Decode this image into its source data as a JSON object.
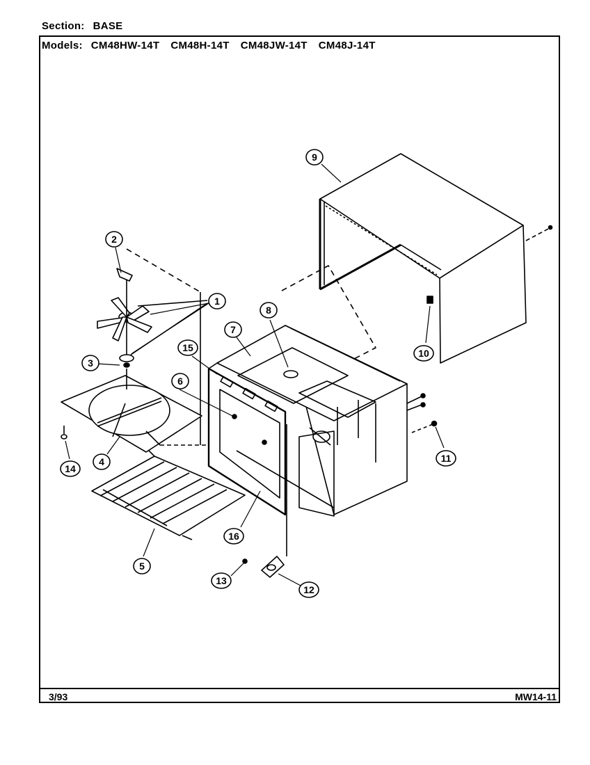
{
  "header": {
    "section_label": "Section:",
    "section_value": "BASE",
    "models_label": "Models:",
    "models": [
      "CM48HW-14T",
      "CM48H-14T",
      "CM48JW-14T",
      "CM48J-14T"
    ]
  },
  "footer": {
    "date": "3/93",
    "page_code": "MW14-11"
  },
  "callouts": [
    "1",
    "2",
    "3",
    "4",
    "5",
    "6",
    "7",
    "8",
    "9",
    "10",
    "11",
    "12",
    "13",
    "14",
    "15",
    "16"
  ]
}
